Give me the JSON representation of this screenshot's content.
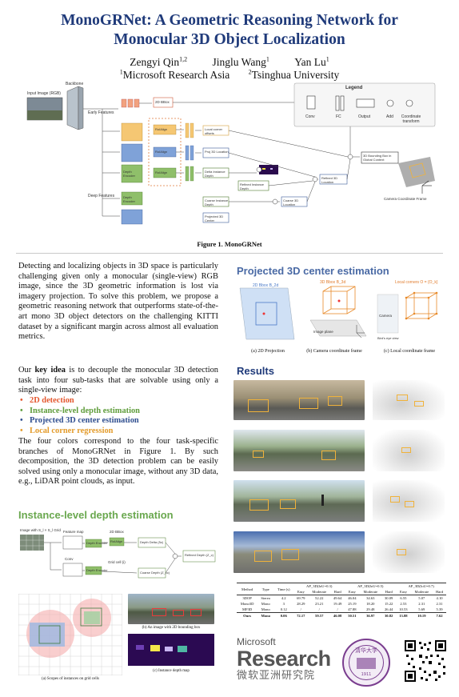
{
  "title_line1": "MonoGRNet: A Geometric Reasoning Network for",
  "title_line2": "Monocular 3D Object Localization",
  "authors": [
    {
      "name": "Zengyi Qin",
      "aff": "1,2"
    },
    {
      "name": "Jinglu Wang",
      "aff": "1"
    },
    {
      "name": "Yan Lu",
      "aff": "1"
    }
  ],
  "affiliations": [
    {
      "num": "1",
      "name": "Microsoft Research Asia"
    },
    {
      "num": "2",
      "name": "Tsinghua University"
    }
  ],
  "figure1": {
    "caption": "Figure 1. MonoGRNet",
    "labels": {
      "input": "Input Image (RGB)",
      "backbone": "Backbone",
      "early": "Early Features",
      "deep": "Deep Features",
      "bbox2d": "2D BBox",
      "roialign": "RoIAlign",
      "corner": "Local corner offsets",
      "proj3d": "Proj 3D Location",
      "delta": "Delta Instance Depth",
      "refined": "Refined Instance Depth",
      "depth_enc": "Depth Encoder",
      "coarse": "Coarse Instance Depth",
      "coarse3d": "Coarse 3D Location",
      "refined3d": "Refined 3D Location",
      "projcenter": "Projected 3D Center",
      "output": "3D Bounding Box in Global Context",
      "camera": "Camera Coordinate Frame"
    },
    "legend": {
      "title": "Legend",
      "items": [
        "Conv",
        "FC",
        "Output",
        "Add",
        "Coordinate transform"
      ]
    }
  },
  "intro": "Detecting and localizing objects in 3D space is particularly challenging given only a monocular (single-view) RGB image, since the 3D geometric information is lost via imagery projection. To solve this problem, we propose a geometric reasoning network that outperforms state-of-the-art mono 3D object detectors on the challenging KITTI dataset by a significant margin across almost all evaluation metrics.",
  "key_idea": {
    "prefix": "Our ",
    "bold": "key idea",
    "text": " is to decouple the monocular 3D detection task into four sub-tasks that are solvable using only a single-view image:",
    "tasks": [
      {
        "label": "2D detection",
        "color": "#e4572e"
      },
      {
        "label": "Instance-level depth estimation",
        "color": "#5e9c3a"
      },
      {
        "label": "Projected 3D center estimation",
        "color": "#2f4e8f"
      },
      {
        "label": "Local corner regression",
        "color": "#e39b2b"
      }
    ],
    "after": "The four colors correspond to the four task-specific branches of MonoGRNet in Figure 1.  By such decomposition, the 3D detection problem can be easily solved using only a monocular image, without any 3D data, e.g., LiDAR point clouds,  as input."
  },
  "sections": {
    "depth": "Instance-level depth estimation",
    "projected": "Projected 3D center estimation",
    "results": "Results"
  },
  "colors": {
    "title": "#1f3a7a",
    "depth_heading": "#6aa84f",
    "proj_heading": "#4a6aa5",
    "results_heading": "#1f3a7a"
  },
  "depth_fig": {
    "labels": {
      "img": "Image with S_l × S_l Grid",
      "feature": "Feature map",
      "conv": "Conv",
      "depth_enc": "Depth Encoder",
      "bbox2d": "2D BBox",
      "roi": "RoIAlign",
      "delta": "Depth Delta (δz)",
      "refined": "Refined Depth (Z_c)",
      "gridcell": "Grid cell (i)",
      "coarse": "Coarse Depth (Z_cc)"
    },
    "cap_a": "(a) Scopes of instances on grid cells",
    "cap_b": "(b) An image with 2D bounding box",
    "cap_c": "(c) Instance depth map"
  },
  "proj_fig": {
    "labels": {
      "bbox2d": "2D Bbox B_2d",
      "bbox3d": "3D Bbox B_3d",
      "corners": "Local corners O = {O_k}",
      "image_plane": "Image plane",
      "camera": "Camera",
      "birds": "Bird's eye view"
    },
    "captions": [
      "(a) 2D Projection",
      "(b) Camera coordinate frame",
      "(c) Local coordinate frame"
    ]
  },
  "results_table": {
    "group_headers": [
      "AP_3D(IoU=0.3)",
      "AP_3D(IoU=0.5)",
      "AP_3D(IoU=0.7)"
    ],
    "col_headers": [
      "Method",
      "Type",
      "Time (s)",
      "Easy",
      "Moderate",
      "Hard",
      "Easy",
      "Moderate",
      "Hard",
      "Easy",
      "Moderate",
      "Hard"
    ],
    "rows": [
      [
        "3DOP",
        "Stereo",
        "4.2",
        "69.79",
        "52.22",
        "49.64",
        "46.04",
        "34.63",
        "30.09",
        "6.55",
        "5.07",
        "4.10"
      ],
      [
        "Mono3D",
        "Mono",
        "3",
        "28.29",
        "23.21",
        "19.49",
        "25.19",
        "18.20",
        "15.22",
        "2.53",
        "2.31",
        "2.31"
      ],
      [
        "MF3D",
        "Mono",
        "0.12",
        "/",
        "/",
        "/",
        "47.88",
        "29.48",
        "26.44",
        "10.53",
        "5.69",
        "5.39"
      ],
      [
        "Ours",
        "Mono",
        "0.06",
        "72.17",
        "59.57",
        "46.08",
        "50.51",
        "36.97",
        "30.82",
        "13.88",
        "10.19",
        "7.62"
      ]
    ]
  },
  "footer": {
    "ms_small": "Microsoft",
    "ms_big": "Research",
    "ms_cn": "微软亚洲研究院",
    "seal_cn": "清华大学",
    "seal_year": "1911"
  }
}
